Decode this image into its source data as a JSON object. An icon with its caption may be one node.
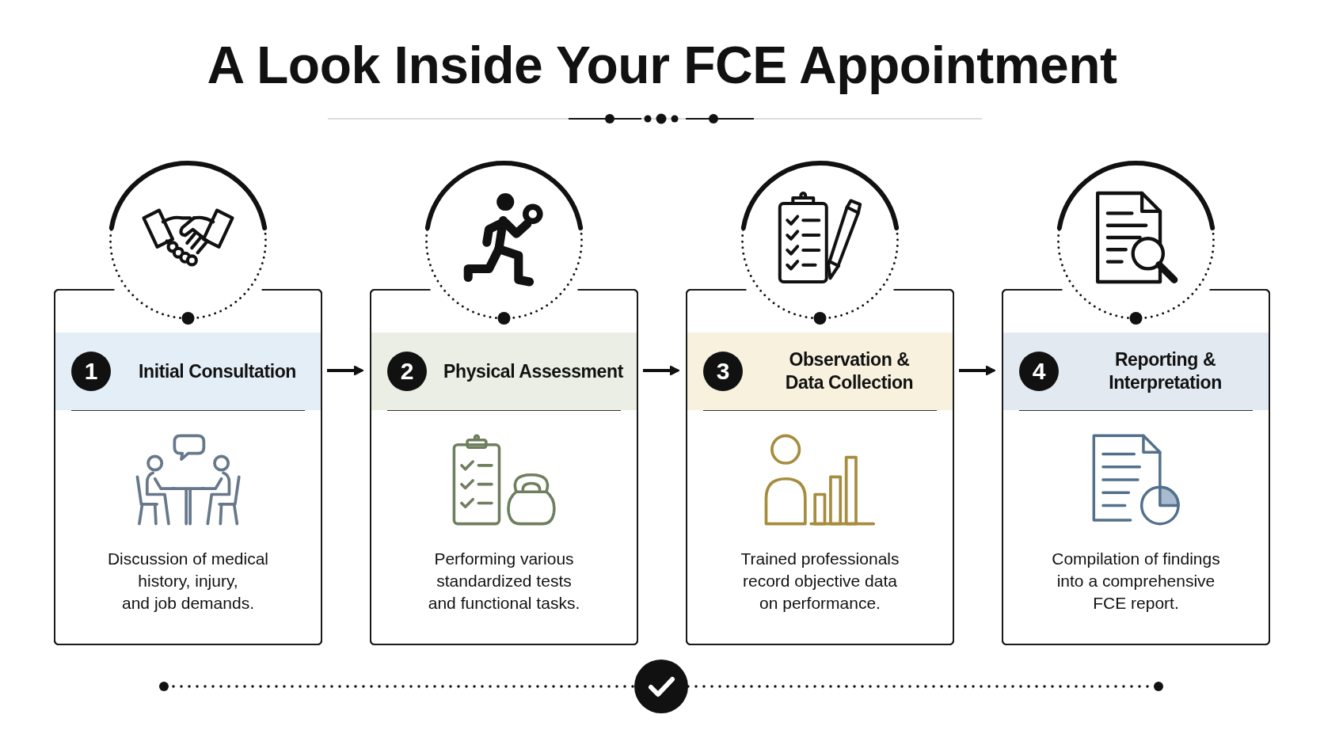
{
  "diagram": {
    "title": "A Look Inside Your FCE Appointment",
    "nodes": [
      {
        "text": [
          "1",
          "Initial Consultation",
          "Discussion of medical history, injury, and job demands."
        ]
      },
      {
        "text": [
          "2",
          "Physical Assessment",
          "Performing various standardized tests and functional tasks."
        ]
      },
      {
        "text": [
          "3",
          "Observation & Data Collection",
          "Trained professionals record objective data on performance."
        ]
      },
      {
        "text": [
          "4",
          "Reporting & Interpretation",
          "Compilation of findings into a comprehensive FCE report."
        ]
      }
    ],
    "edges": [
      {
        "from": 0,
        "to": 1,
        "arrow": "to"
      },
      {
        "from": 1,
        "to": 2,
        "arrow": "to"
      },
      {
        "from": 2,
        "to": 3,
        "arrow": "to"
      }
    ]
  }
}
